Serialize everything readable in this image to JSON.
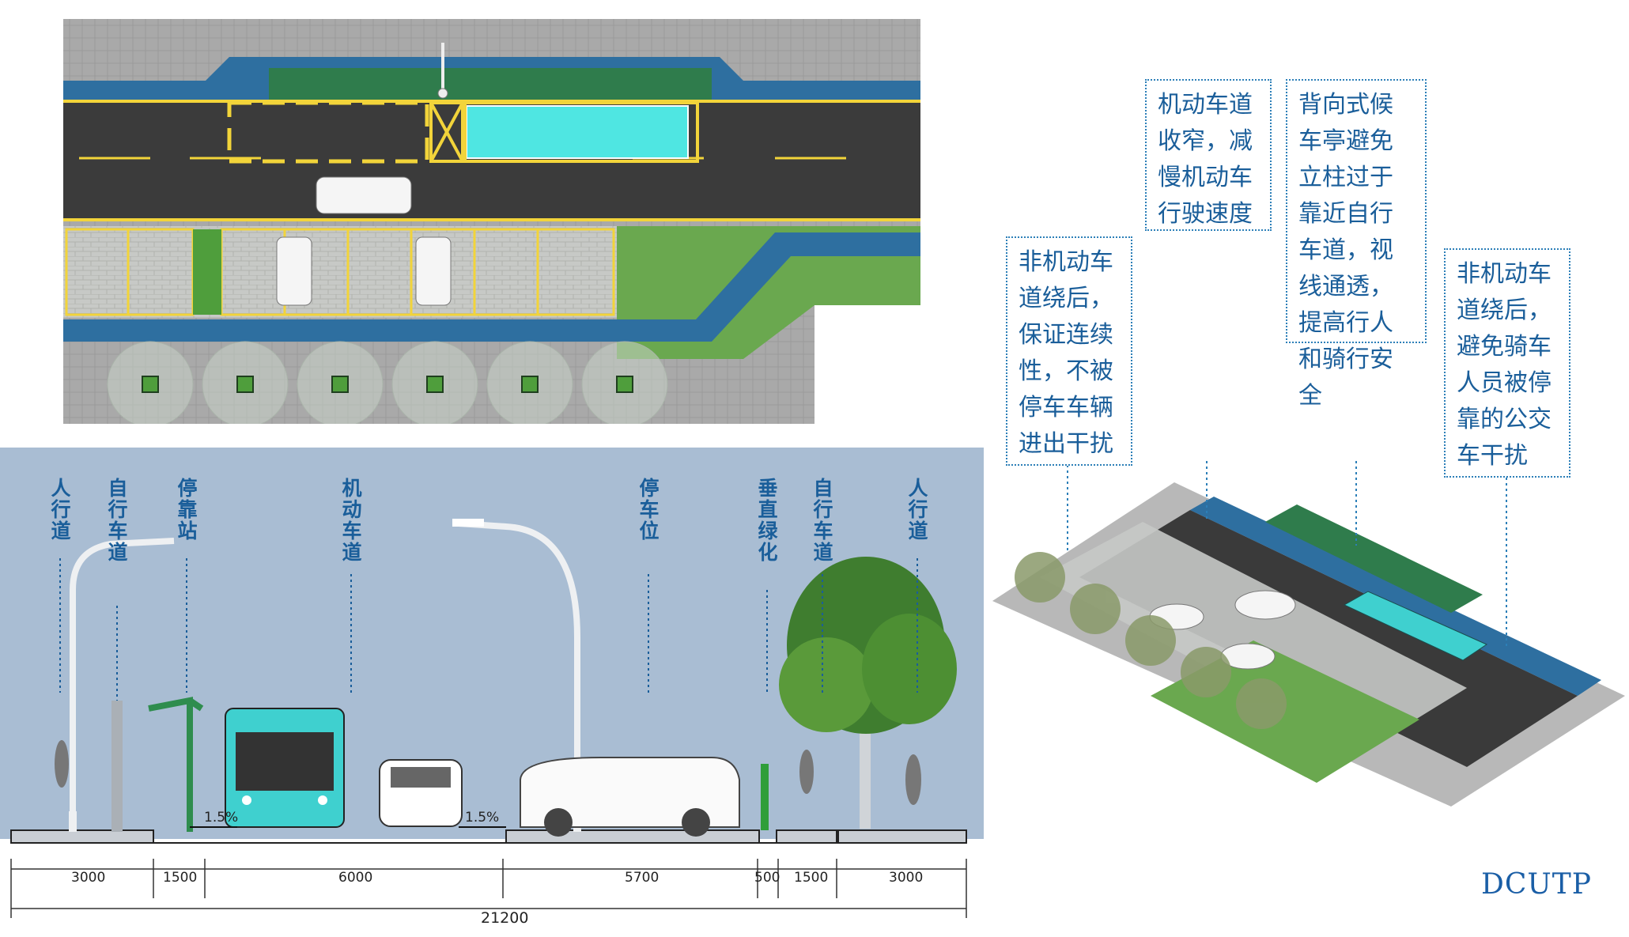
{
  "section": {
    "labels": {
      "sidewalk_left": "人行道",
      "bike_left": "自行车道",
      "bus_stop": "停靠站",
      "motor_lane": "机动车道",
      "parking": "停车位",
      "vertical_green": "垂直绿化",
      "bike_right": "自行车道",
      "sidewalk_right": "人行道"
    },
    "slope_left": "1.5%",
    "slope_right": "1.5%",
    "dims": {
      "d1": "3000",
      "d2": "1500",
      "d3": "6000",
      "d4": "5700",
      "d5": "500",
      "d6": "1500",
      "d7": "3000",
      "total": "21200"
    }
  },
  "callouts": {
    "c1": "非机动车道绕后，保证连续性，不被停车车辆进出干扰",
    "c2": "机动车道收窄，减慢机动车行驶速度",
    "c3": "背向式候车亭避免立柱过于靠近自行车道，视线通透，提高行人和骑行安全",
    "c4": "非机动车道绕后，避免骑车人员被停靠的公交车干扰"
  },
  "brand": "DCUTP",
  "colors": {
    "road": "#3b3b3b",
    "bike_lane": "#2e6fa0",
    "green": "#2f8d4e",
    "bus": "#4fe6e2",
    "section_bg": "#a9bdd3",
    "label": "#1a5e9a"
  }
}
